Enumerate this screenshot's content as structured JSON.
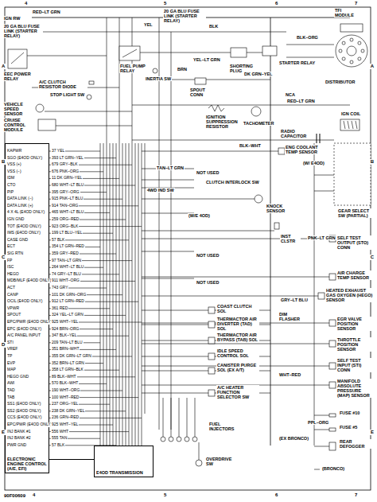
{
  "diagram": {
    "nodes": [
      {
        "text": [
          "ELECTRONIC ENGINE CONTROL (A/E, EFI)"
        ]
      },
      {
        "text": [
          "E4OD TRANSMISSION"
        ]
      }
    ],
    "edges": [
      {
        "from": 0,
        "to": 1,
        "arrow": "none"
      }
    ],
    "labels": [
      "4",
      "5",
      "6",
      "7",
      "4",
      "5",
      "6",
      "7",
      "A",
      "B",
      "C",
      "D",
      "E",
      "A",
      "B",
      "C",
      "D",
      "E",
      "KAPWR",
      "SGO (E4OD ONLY)",
      "VSS (+)",
      "VSS (−)",
      "IDM",
      "CTO",
      "PIP",
      "DATA LINK (−)",
      "DATA LINK (+)",
      "4 X 4L (E4OD ONLY)",
      "IGN GND",
      "TOT (E4OD ONLY)",
      "IMS (E4OD ONLY)",
      "CASE GND",
      "ECT",
      "SIG RTN",
      "FP",
      "ISC",
      "HEGO",
      "MDB/MLF (E4OD ONLY)",
      "ACT",
      "CANP",
      "OCIL (E4OD ONLY)",
      "VPWR",
      "SPOUT",
      "EPC/PWR (E4OD ONLY)",
      "EPC (E4OD ONLY)",
      "A/C PANEL INPUT",
      "STI",
      "VREF",
      "TP",
      "EVP",
      "MAP",
      "HEGO GND",
      "AWI",
      "TAD",
      "TAB",
      "SS1 (E4OD ONLY)",
      "SS2 (E4OD ONLY)",
      "CCS (E4OD ONLY)",
      "EPC/PWR (E4OD ONLY)",
      "INJ BANK #1",
      "INJ BANK #2",
      "PWR GND",
      "37 YEL",
      "393 LT GRN–YEL",
      "679 GRY–BLK",
      "676 PNK–ORG",
      "11 DK GRN–YEL",
      "680 WHT–LT BLU",
      "395 GRY–ORG",
      "915 PNK–LT BLU",
      "914 TAN–ORG",
      "465 WHT–LT BLU",
      "259 ORG–RED",
      "923 ORG–BLK",
      "199 LT BLU–YEL",
      "57 BLK",
      "354 LT GRN–RED",
      "359 GRY–RED",
      "97 TAN–LT GRN",
      "264 WHT–LT BLU",
      "74 GRY–LT BLU",
      "911 WHT–ORG",
      "743 GRY",
      "101 DK GRN–ORG",
      "912 LT GRN–RED",
      "361 RED",
      "324 YEL–LT GRN",
      "925 WHT–YEL",
      "924 BRN–ORG",
      "347 BLK–YEL",
      "209 TAN–LT BLU",
      "351 BRN–WHT",
      "355 DK GRN–LT GRN",
      "352 BRN–LT GRN",
      "358 LT GRN–BLK",
      "89 BLK–WHT",
      "570 BLK–WHT",
      "190 WHT–ORG",
      "100 WHT–RED",
      "237 ORG–YEL",
      "238 DK GRN–YEL",
      "236 GRN–RED",
      "925 WHT–YEL",
      "556 WHT",
      "555 TAN",
      "57 BLK",
      "IGN RW",
      "RED–LT GRN",
      "20 GA BLU FUSE LINK (STARTER RELAY)",
      "20 GA BLU FUSE LINK (STARTER RELAY)",
      "YEL",
      "BLK",
      "FUEL PUMP RELAY",
      "INERTIA SW",
      "BRN",
      "EEC POWER RELAY",
      "A/C CLUTCH RESISTOR DIODE",
      "STOP LIGHT SW",
      "VEHICLE SPEED SENSOR",
      "CRUISE CONTROL MODULE",
      "SPOUT CONN",
      "SHORTING PLUG",
      "STARTER RELAY",
      "BLK–ORG",
      "TFI MODULE",
      "DISTRIBUTOR",
      "NCA",
      "RED–LT GRN",
      "IGN COIL",
      "RADIO CAPACITOR",
      "IGNITION SUPPRESSION RESISTOR",
      "TACHOMETER",
      "YEL–LT GRN",
      "DK GRN–YEL",
      "BLK–WHT",
      "ENG COOLANT TEMP SENSOR",
      "(W/ E4OD)",
      "GEAR SELECT SW (PARTIAL)",
      "TAN–LT GRN",
      "NOT USED",
      "CLUTCH INTERLOCK SW",
      "4WD IND SW",
      "KNOCK SENSOR",
      "(W/E 4OD)",
      "INST CLSTR",
      "PNK–LT GRN",
      "SELF TEST OUTPUT (STO) CONN",
      "NOT USED",
      "NOT USED",
      "AIR CHARGE TEMP SENSOR",
      "GRY–LT BLU",
      "HEATED EXHAUST GAS OXYGEN (HEGO) SENSOR",
      "DIM FLASHER",
      "COAST CLUTCH SOL",
      "THERMACTOR AIR DIVERTER (TAD) SOL",
      "THERMACTOR AIR BYPASS (TAB) SOL",
      "IDLE SPEED CONTROL SOL",
      "CANISTER PURGE SOL (EX A/T)",
      "EGR VALVE POSITION SENSOR",
      "THROTTLE POSITION SENSOR",
      "SELF TEST INPUT (STI) CONN",
      "WHT–RED",
      "MANIFOLD ABSOLUTE PRESSURE (MAP) SENSOR",
      "A/C HEATER FUNCTION SELECTOR SW",
      "FUEL INJECTORS",
      "FUSE #10",
      "PPL–ORG",
      "FUSE #5",
      "(EX BRONCO)",
      "REAR DEFOGGER",
      "OVERDRIVE SW",
      "(BRONCO)",
      "90F00609"
    ]
  }
}
